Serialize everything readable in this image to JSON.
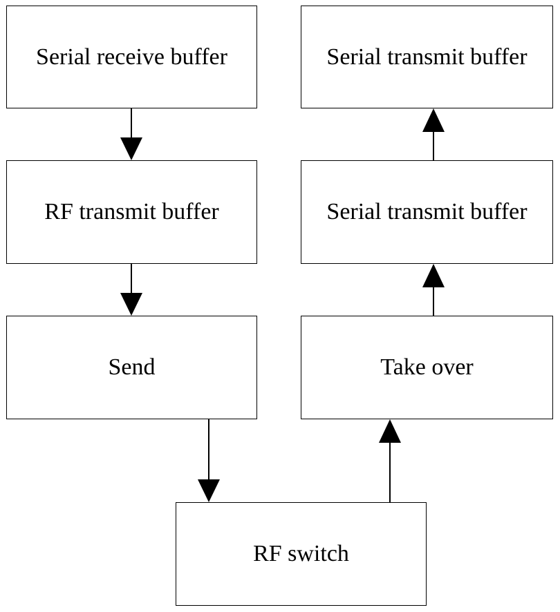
{
  "boxes": {
    "serial_receive": "Serial receive buffer",
    "serial_transmit_top": "Serial transmit buffer",
    "rf_transmit": "RF transmit buffer",
    "serial_transmit_mid": "Serial transmit buffer",
    "send": "Send",
    "take_over": "Take over",
    "rf_switch": "RF switch"
  },
  "edges": [
    {
      "from": "Serial receive buffer",
      "to": "RF transmit buffer"
    },
    {
      "from": "RF transmit buffer",
      "to": "Send"
    },
    {
      "from": "Send",
      "to": "RF switch"
    },
    {
      "from": "RF switch",
      "to": "Take over"
    },
    {
      "from": "Take over",
      "to": "Serial transmit buffer"
    },
    {
      "from": "Serial transmit buffer",
      "to": "Serial transmit buffer"
    }
  ],
  "colors": {
    "line": "#000000",
    "background": "#ffffff"
  }
}
